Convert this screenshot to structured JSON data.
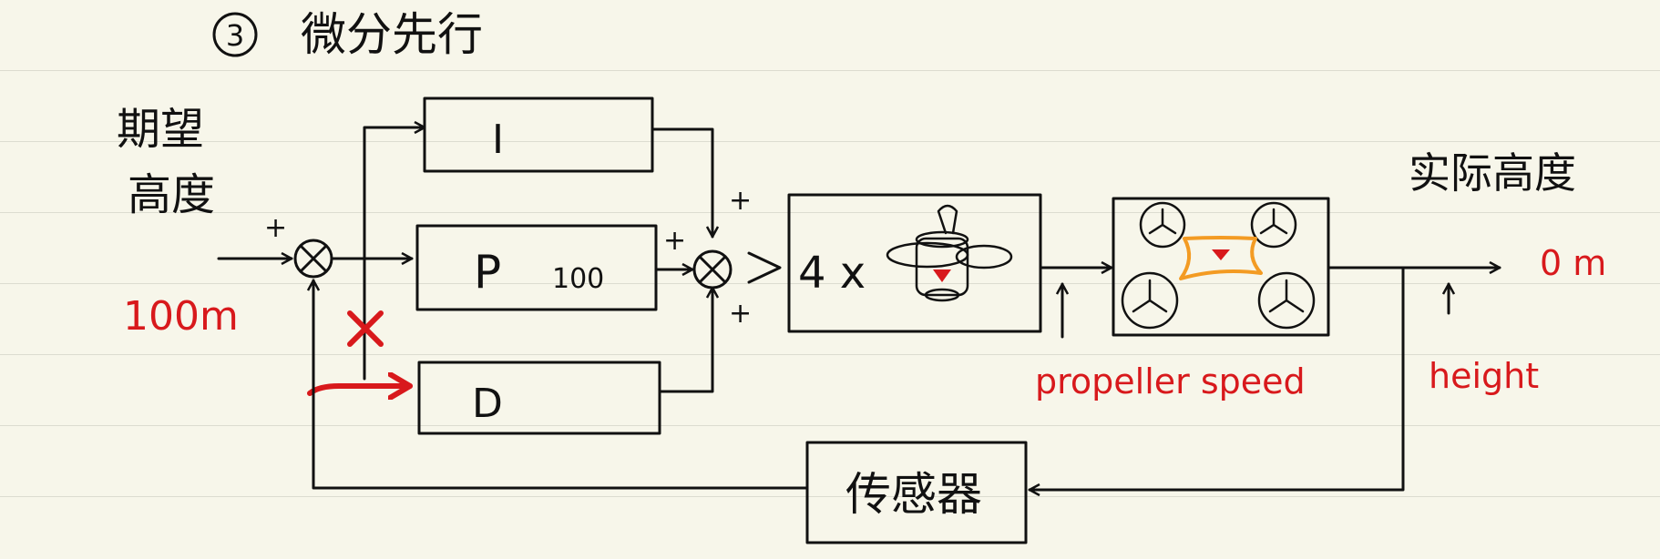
{
  "title": {
    "number": "3",
    "text": "微分先行"
  },
  "input": {
    "label_line1": "期望",
    "label_line2": "高度",
    "value": "100m"
  },
  "blocks": {
    "integral": "I",
    "proportional": "P",
    "proportional_gain": "100",
    "derivative": "D",
    "actuator_multiplier": "4 x",
    "sensor": "传感器"
  },
  "signs": {
    "sum1_top_left": "+",
    "sum2_top": "+",
    "sum2_left": "+",
    "sum2_bottom": "+"
  },
  "output": {
    "label": "实际高度",
    "value": "0 m",
    "disturbance_label": "height"
  },
  "annotations": {
    "propeller_speed": "propeller speed"
  },
  "colors": {
    "ink": "#111111",
    "red": "#d8191c",
    "orange": "#f39b23",
    "paper": "#f7f6ea"
  }
}
